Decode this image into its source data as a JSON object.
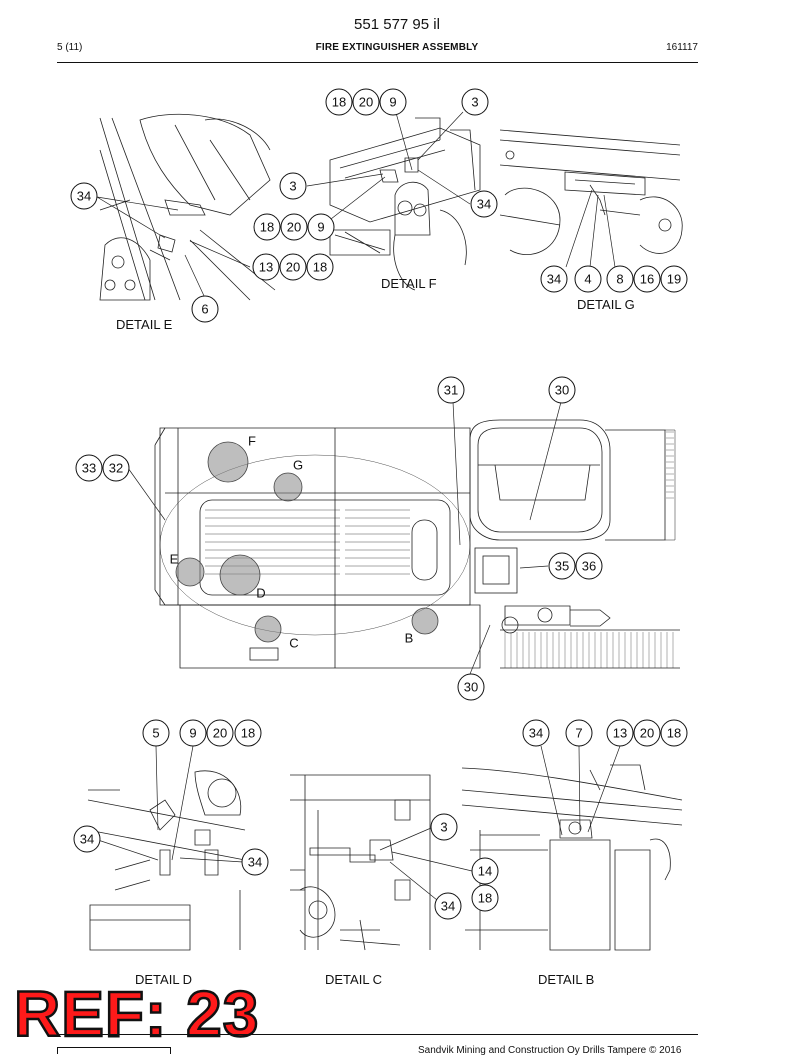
{
  "header": {
    "doc_number": "551 577 95 il",
    "page_index": "5 (11)",
    "title": "FIRE EXTINGUISHER ASSEMBLY",
    "date_code": "161117"
  },
  "details": {
    "e": "DETAIL E",
    "f": "DETAIL F",
    "g": "DETAIL G",
    "d": "DETAIL D",
    "c": "DETAIL C",
    "b": "DETAIL B"
  },
  "callouts": {
    "det_e": [
      "34",
      "13",
      "20",
      "18",
      "6"
    ],
    "det_f": [
      "18",
      "20",
      "9",
      "3",
      "3",
      "34",
      "18",
      "20",
      "9"
    ],
    "det_g": [
      "34",
      "4",
      "8",
      "16",
      "19"
    ],
    "main": [
      "31",
      "30",
      "33",
      "32",
      "35",
      "36",
      "30"
    ],
    "main_letters": [
      "F",
      "G",
      "E",
      "D",
      "C",
      "B"
    ],
    "det_d": [
      "5",
      "9",
      "20",
      "18",
      "34",
      "34"
    ],
    "det_c": [
      "3",
      "14",
      "18",
      "34"
    ],
    "det_b": [
      "34",
      "7",
      "13",
      "20",
      "18"
    ]
  },
  "stamp": "REF: 23",
  "footer": "Sandvik Mining and Construction Oy Drills Tampere © 2016"
}
